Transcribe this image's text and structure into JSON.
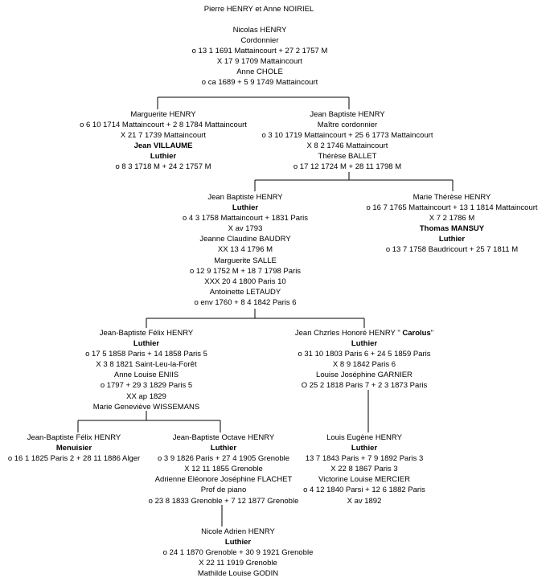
{
  "nodes": [
    {
      "id": "top",
      "lines": [
        {
          "t": "Pierre HENRY et Anne NOIRIEL"
        }
      ]
    },
    {
      "id": "nicolas",
      "lines": [
        {
          "t": "Nicolas HENRY"
        },
        {
          "t": "Cordonnier"
        },
        {
          "t": "o 13 1 1691 Mattaincourt + 27 2 1757 M"
        },
        {
          "t": "X 17 9 1709 Mattaincourt"
        },
        {
          "t": "Anne CHOLE"
        },
        {
          "t": "o ca 1689 + 5 9 1749 Mattaincourt"
        }
      ]
    },
    {
      "id": "marguerite",
      "lines": [
        {
          "t": "Marguerite HENRY"
        },
        {
          "t": "o 6 10 1714 Mattaincourt + 2 8 1784 Mattaincourt"
        },
        {
          "t": "X 21 7 1739 Mattaincourt"
        },
        {
          "t": "Jean VILLAUME",
          "b": true
        },
        {
          "t": "Luthier",
          "b": true
        },
        {
          "t": "o 8 3 1718 M + 24 2 1757 M"
        }
      ]
    },
    {
      "id": "jbaptiste1",
      "lines": [
        {
          "t": "Jean Baptiste HENRY"
        },
        {
          "t": "Maître cordonnier"
        },
        {
          "t": "o 3 10 1719 Mattaincourt + 25 6 1773 Mattaincourt"
        },
        {
          "t": "X 8 2 1746 Mattaincourt"
        },
        {
          "t": "Thérèse BALLET"
        },
        {
          "t": "o 17 12 1724 M + 28 11 1798 M"
        }
      ]
    },
    {
      "id": "jbaptiste2",
      "lines": [
        {
          "t": "Jean Baptiste HENRY"
        },
        {
          "t": "Luthier",
          "b": true
        },
        {
          "t": "o 4 3 1758 Mattaincourt + 1831 Paris"
        },
        {
          "t": "X av 1793"
        },
        {
          "t": "Jeanne Claudine BAUDRY"
        },
        {
          "t": "XX 13 4 1796 M"
        },
        {
          "t": "Marguerite SALLE"
        },
        {
          "t": "o 12 9 1752 M + 18 7 1798 Paris"
        },
        {
          "t": "XXX 20 4 1800 Paris 10"
        },
        {
          "t": "Antoinette LETAUDY"
        },
        {
          "t": "o env 1760 + 8 4 1842 Paris 6"
        }
      ]
    },
    {
      "id": "marietherese",
      "lines": [
        {
          "t": "Marie Thérèse HENRY"
        },
        {
          "t": "o 16 7 1765 Mattaincourt + 13 1 1814 Mattaincourt"
        },
        {
          "t": "X 7 2 1786 M"
        },
        {
          "t": "Thomas MANSUY",
          "b": true
        },
        {
          "t": "Luthier",
          "b": true
        },
        {
          "t": "o 13 7 1758 Baudricourt + 25 7 1811 M"
        }
      ]
    },
    {
      "id": "jbfelix1",
      "lines": [
        {
          "t": "Jean-Baptiste Félix HENRY"
        },
        {
          "t": "Luthier",
          "b": true
        },
        {
          "t": "o 17 5 1858 Paris + 14 1858 Paris 5"
        },
        {
          "t": "X 3 8 1821 Saint-Leu-la-Forêt"
        },
        {
          "t": "Anne Louise ENIIS"
        },
        {
          "t": "o 1797 + 29 3 1829 Paris 5"
        },
        {
          "t": "XX ap 1829"
        },
        {
          "t": "Marie Geneviève WISSEMANS"
        }
      ]
    },
    {
      "id": "carolus",
      "lines": [
        {
          "t": "Jean Chzrles Honoré HENRY \" Carolus\"",
          "c": true
        },
        {
          "t": "Luthier",
          "b": true
        },
        {
          "t": "o 31 10 1803 Paris 6 + 24 5 1859 Paris"
        },
        {
          "t": "X 8 9 1842 Paris 6"
        },
        {
          "t": "Louise Joséphine GARNIER"
        },
        {
          "t": "O 25 2 1818 Paris 7 + 2 3 1873 Paris"
        }
      ]
    },
    {
      "id": "jbfelix2",
      "lines": [
        {
          "t": "Jean-Baptiste Félix HENRY"
        },
        {
          "t": "Menuisier",
          "b": true
        },
        {
          "t": "o 16 1 1825 Paris 2 + 28 11 1886 Alger"
        }
      ]
    },
    {
      "id": "jboctave",
      "lines": [
        {
          "t": "Jean-Baptiste Octave HENRY"
        },
        {
          "t": "Luthier",
          "b": true
        },
        {
          "t": "o 3 9 1826 Paris + 27 4 1905 Grenoble"
        },
        {
          "t": "X 12 11 1855 Grenoble"
        },
        {
          "t": "Adrienne Eléonore Joséphine FLACHET"
        },
        {
          "t": "Prof de piano"
        },
        {
          "t": "o 23 8 1833 Grenoble + 7 12 1877 Grenoble"
        }
      ]
    },
    {
      "id": "louiseugene",
      "lines": [
        {
          "t": "Louis Eugène HENRY"
        },
        {
          "t": "Luthier",
          "b": true
        },
        {
          "t": "13 7 1843 Paris + 7 9 1892 Paris 3"
        },
        {
          "t": "X 22 8 1867 Paris 3"
        },
        {
          "t": "Victorine Louise MERCIER"
        },
        {
          "t": "o 4 12 1840 Parsi + 12 6 1882 Paris"
        },
        {
          "t": "X av 1892"
        }
      ]
    },
    {
      "id": "nicoleadrien",
      "lines": [
        {
          "t": "Nicole Adrien HENRY"
        },
        {
          "t": "Luthier",
          "b": true
        },
        {
          "t": "o 24 1 1870 Grenoble + 30 9 1921 Grenoble"
        },
        {
          "t": "X 22 11 1919 Grenoble"
        },
        {
          "t": "Mathilde Louise GODIN"
        }
      ]
    }
  ]
}
